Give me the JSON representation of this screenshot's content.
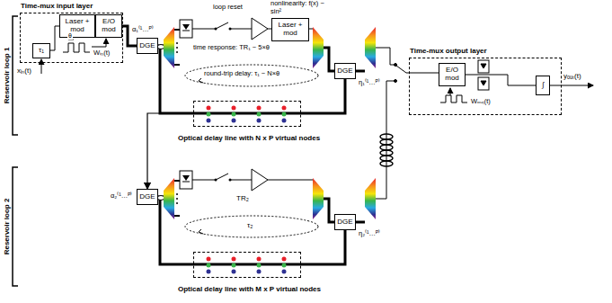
{
  "diagram": {
    "nodes": [
      {
        "text": [
          "Time-mux input layer"
        ]
      },
      {
        "text": [
          "Laser + mod"
        ],
        "in": 0
      },
      {
        "text": [
          "E/O mod"
        ],
        "in": 0
      },
      {
        "text": [
          "τ₁"
        ],
        "in": 0
      },
      {
        "text": [
          "DGE"
        ]
      },
      {
        "text": [
          "Laser + mod"
        ]
      },
      {
        "text": [
          "DGE"
        ]
      },
      {
        "text": [
          "Optical delay line with N x P virtual nodes"
        ]
      },
      {
        "text": [
          "DGE"
        ]
      },
      {
        "text": [
          "DGE"
        ]
      },
      {
        "text": [
          "Optical delay line with M x P virtual nodes"
        ]
      },
      {
        "text": [
          "Time-mux output layer"
        ]
      },
      {
        "text": [
          "E/O mod"
        ],
        "in": 11
      },
      {
        "text": [
          "∫"
        ],
        "in": 11
      }
    ],
    "edges": [
      {
        "from": 1,
        "to": 2,
        "arrow": "none"
      },
      {
        "from": 2,
        "to": 4,
        "arrow": "none"
      },
      {
        "from": 7,
        "to": 8,
        "arrow": "to"
      },
      {
        "from": 12,
        "to": 13,
        "arrow": "none"
      }
    ],
    "labels": [
      "Reservoir loop 1",
      "xᵢₙ(t)",
      "θ",
      "Wᵢₙ(t)",
      "α₁⁽¹…ᴾ⁾",
      "loop reset",
      "nonlinearity: f(x) ~ sin²",
      "time response: TR₁ ~ 5×θ",
      "round-trip delay: τ₁ ~ N×θ",
      "η₁⁽¹…ᴾ⁾",
      "Reservoir loop 2",
      "α₂⁽¹…ᴾ⁾",
      "TR₂",
      "τ₂",
      "η₂⁽¹…ᴾ⁾",
      "Wₒᵤₜ(t)",
      "yₒᵤₜ(t)"
    ]
  }
}
